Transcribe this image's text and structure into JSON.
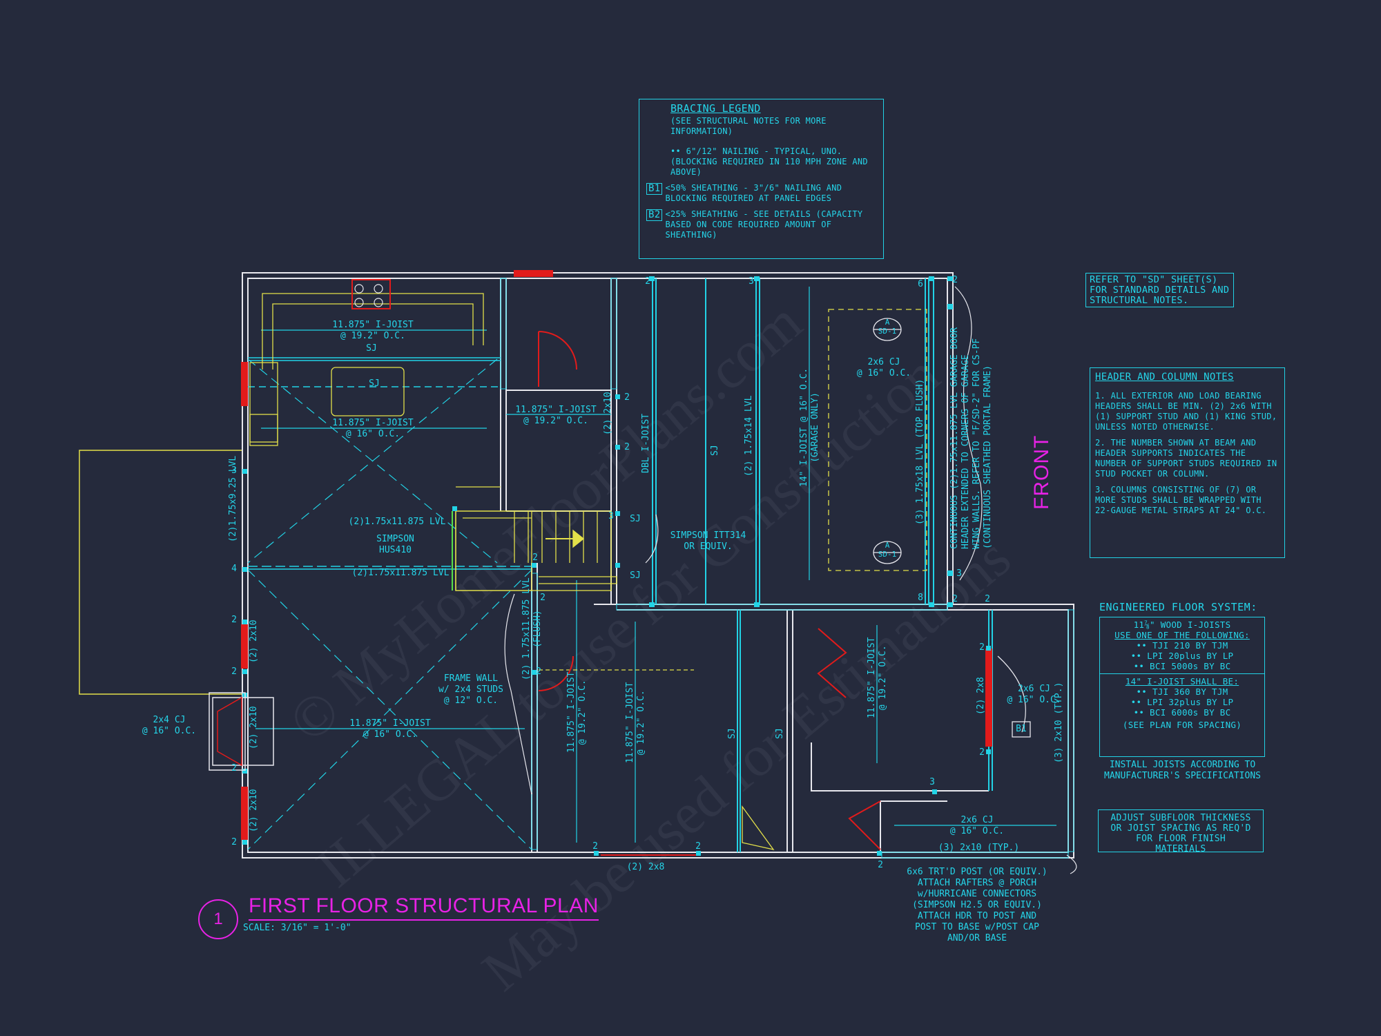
{
  "title": {
    "number": "1",
    "text": "FIRST FLOOR STRUCTURAL PLAN",
    "scale": "SCALE: 3/16\" = 1'-0\""
  },
  "front_label": "FRONT",
  "watermark": [
    "© MyHomeFloorPlans.com",
    "ILLEGAL to use for Construction",
    "May be used for Estimations"
  ],
  "bracing_legend": {
    "title": "BRACING LEGEND",
    "subtitle": "(SEE STRUCTURAL NOTES FOR MORE INFORMATION)",
    "line1": "•• 6\"/12\" NAILING - TYPICAL, UNO. (BLOCKING REQUIRED IN 110 MPH ZONE AND ABOVE)",
    "b1_tag": "B1",
    "b1_text": "<50% SHEATHING - 3\"/6\" NAILING AND BLOCKING REQUIRED AT PANEL EDGES",
    "b2_tag": "B2",
    "b2_text": "<25% SHEATHING - SEE DETAILS (CAPACITY BASED ON CODE REQUIRED AMOUNT OF SHEATHING)"
  },
  "refer_note": "REFER TO \"SD\" SHEET(S) FOR STANDARD DETAILS AND STRUCTURAL NOTES.",
  "header_notes": {
    "title": "HEADER AND COLUMN NOTES",
    "n1": "1. ALL EXTERIOR AND LOAD BEARING HEADERS SHALL BE MIN. (2) 2x6 WITH (1) SUPPORT STUD AND (1) KING STUD, UNLESS NOTED OTHERWISE.",
    "n2": "2. THE NUMBER SHOWN AT BEAM AND HEADER SUPPORTS INDICATES THE NUMBER OF SUPPORT STUDS REQUIRED IN STUD POCKET OR COLUMN.",
    "n3": "3. COLUMNS CONSISTING OF (7) OR MORE STUDS SHALL BE WRAPPED WITH 22-GAUGE METAL STRAPS AT 24\" O.C."
  },
  "engineered_floor": {
    "title": "ENGINEERED FLOOR SYSTEM:",
    "wood": "11⅞\" WOOD I-JOISTS",
    "use_one": "USE ONE OF THE FOLLOWING:",
    "opts1": [
      "•• TJI 210 BY TJM",
      "•• LPI 20plus BY LP",
      "•• BCI 5000s BY BC"
    ],
    "joist14": "14\" I-JOIST SHALL BE:",
    "opts2": [
      "•• TJI 360 BY TJM",
      "•• LPI 32plus BY LP",
      "•• BCI 6000s BY BC"
    ],
    "spacing": "(SEE PLAN FOR SPACING)",
    "install": "INSTALL JOISTS ACCORDING TO MANUFACTURER'S SPECIFICATIONS"
  },
  "subfloor_note": "ADJUST SUBFLOOR THICKNESS OR JOIST SPACING AS REQ'D FOR FLOOR FINISH MATERIALS",
  "post_note": [
    "6x6 TRT'D POST (OR EQUIV.)",
    "ATTACH RAFTERS @ PORCH",
    "w/HURRICANE CONNECTORS",
    "(SIMPSON H2.5 OR EQUIV.)",
    "ATTACH HDR TO POST AND",
    "POST TO BASE w/POST CAP",
    "AND/OR BASE"
  ],
  "labels": {
    "kitchen_joist": [
      "11.875\" I-JOIST",
      "@ 19.2\" O.C."
    ],
    "sj1": "SJ",
    "sj2": "SJ",
    "kitchen_joist2": [
      "11.875\" I-JOIST",
      "@ 16\" O.C."
    ],
    "bath_joist": [
      "11.875\" I-JOIST",
      "@ 19.2\" O.C."
    ],
    "bath_2x10": "(2) 2x10",
    "lvl_stair": "(2)1.75x11.875 LVL",
    "simpson_hus": [
      "SIMPSON",
      "HUS410"
    ],
    "lvl_mid": "(2)1.75x11.875 LVL",
    "lvl_left": "(2)1.75x9.25 LVL",
    "frame_wall": [
      "FRAME WALL",
      "w/ 2x4 STUDS",
      "@ 12\" O.C."
    ],
    "dining_joist": [
      "11.875\" I-JOIST",
      "@ 16\" O.C."
    ],
    "cj_left": [
      "2x4 CJ",
      "@ 16\" O.C."
    ],
    "left_2x10_a": "(2) 2x10",
    "left_2x10_b": "(2) 2x10",
    "left_2x10_c": "(2) 2x10",
    "simpson_itt": [
      "SIMPSON ITT314",
      "OR EQUIV."
    ],
    "sj_stair_a": "SJ",
    "sj_stair_b": "SJ",
    "dbl_ijoist": "DBL I-JOIST",
    "sj_garage": "SJ",
    "lvl_garage": "(2) 1.75x14 LVL",
    "garage_joist": [
      "14\" I-JOIST @ 16\" O.C.",
      "(GARAGE ONLY)"
    ],
    "cj_garage": [
      "2x6 CJ",
      "@ 16\" O.C."
    ],
    "sd_a1": "A",
    "sd_a1b": "SD-1",
    "sd_a2": "A",
    "sd_a2b": "SD-1",
    "top_flush": "(3) 1.75x18 LVL (TOP FLUSH)",
    "continuous": [
      "CONTINUOUS (2)1.75x11.875 LVL GARAGE DOOR",
      "HEADER EXTENDED TO CORNERS OF GARAGE",
      "WING WALLS. REFER TO \"F/SD-2\" FOR CS-PF",
      "(CONTINUOUS SHEATHED PORTAL FRAME)"
    ],
    "lvl_flush": [
      "(2) 1.75x11.875 LVL",
      "(FLUSH)"
    ],
    "office_joist": [
      "11.875\" I-JOIST",
      "@ 19.2\" O.C."
    ],
    "office_joist2": [
      "11.875\" I-JOIST",
      "@ 19.2\" O.C."
    ],
    "sj_office_a": "SJ",
    "sj_office_b": "SJ",
    "bed_joist": [
      "11.875\" I-JOIST",
      "@ 19.2\" O.C."
    ],
    "porch_2x8": "(2) 2x8",
    "porch_cj": [
      "2x6 CJ",
      "@ 16\" O.C."
    ],
    "porch_2x10": "(3) 2x10 (TYP.)",
    "b1": "B1",
    "bottom_cj": [
      "2x6 CJ",
      "@ 16\" O.C."
    ],
    "bottom_2x10": "(3) 2x10 (TYP.)",
    "bottom_2x8": "(2) 2x8",
    "n2": "2",
    "n3": "3",
    "n4": "4",
    "n6": "6",
    "n8": "8"
  },
  "colors": {
    "background": "#252a3c",
    "wall": "#e8e8ee",
    "cyan": "#22d3e6",
    "yellow": "#e3e04a",
    "red": "#e21b1b",
    "magenta": "#e822e6",
    "green": "#58e04a"
  }
}
